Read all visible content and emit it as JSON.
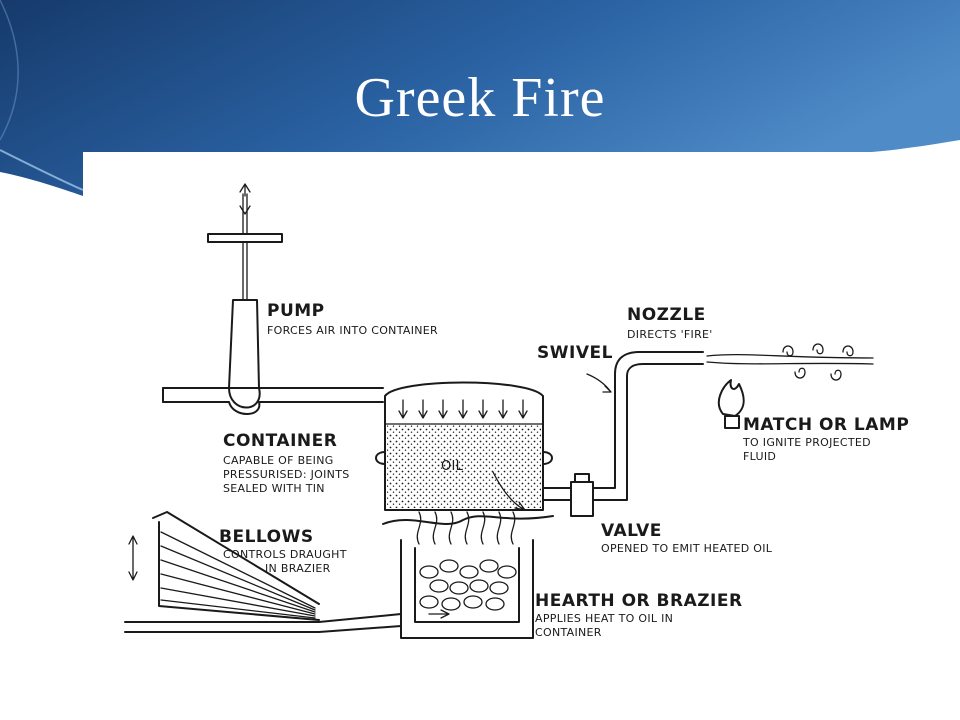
{
  "slide": {
    "title": "Greek Fire"
  },
  "colors": {
    "banner_dark": "#163a6b",
    "banner_light": "#4f8cc7",
    "ink": "#1a1a1a",
    "background": "#ffffff"
  },
  "diagram": {
    "labels": {
      "pump": {
        "title": "PUMP",
        "desc": [
          "FORCES AIR INTO CONTAINER"
        ]
      },
      "container": {
        "title": "CONTAINER",
        "desc": [
          "CAPABLE OF BEING",
          "PRESSURISED: JOINTS",
          "SEALED WITH TIN"
        ]
      },
      "oil": "OIL",
      "bellows": {
        "title": "BELLOWS",
        "desc": [
          "CONTROLS DRAUGHT",
          "IN BRAZIER"
        ]
      },
      "swivel": "SWIVEL",
      "nozzle": {
        "title": "NOZZLE",
        "desc": [
          "DIRECTS 'FIRE'"
        ]
      },
      "match": {
        "title": "MATCH OR LAMP",
        "desc": [
          "TO IGNITE PROJECTED",
          "FLUID"
        ]
      },
      "valve": {
        "title": "VALVE",
        "desc": [
          "OPENED TO EMIT HEATED OIL"
        ]
      },
      "hearth": {
        "title": "HEARTH OR BRAZIER",
        "desc": [
          "APPLIES HEAT TO OIL IN",
          "CONTAINER"
        ]
      }
    }
  }
}
